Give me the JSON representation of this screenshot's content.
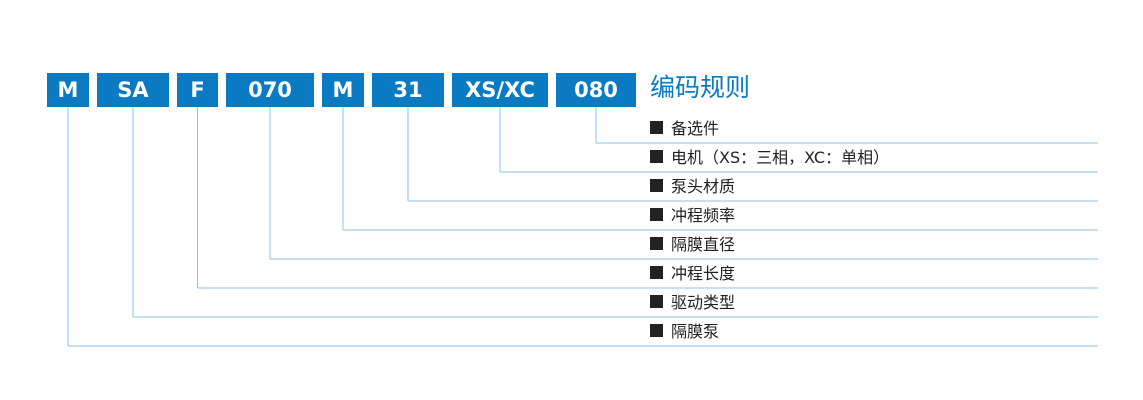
{
  "colors": {
    "accent": "#0a7bc3",
    "line": "#8fc3e6",
    "text": "#222222"
  },
  "title": "编码规则",
  "segments": [
    {
      "code": "M",
      "label": "隔膜泵"
    },
    {
      "code": "SA",
      "label": "驱动类型"
    },
    {
      "code": "F",
      "label": "冲程长度"
    },
    {
      "code": "070",
      "label": "隔膜直径"
    },
    {
      "code": "M",
      "label": "冲程频率"
    },
    {
      "code": "31",
      "label": "泵头材质"
    },
    {
      "code": "XS/XC",
      "label": "电机（XS：三相，XC：单相）"
    },
    {
      "code": "080",
      "label": "备选件"
    }
  ]
}
